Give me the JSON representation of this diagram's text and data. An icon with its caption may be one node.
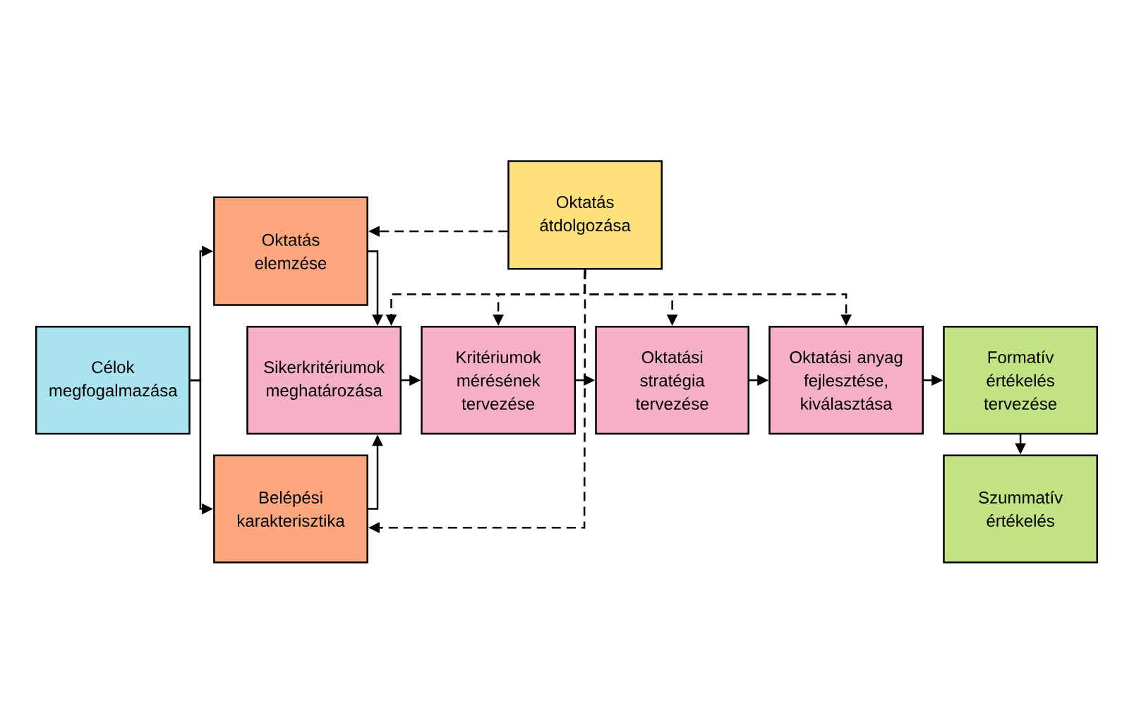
{
  "diagram": {
    "nodes": [
      {
        "text": [
          "Célok megfogalmazása"
        ]
      },
      {
        "text": [
          "Oktatás elemzése"
        ]
      },
      {
        "text": [
          "Belépési karakterisztika"
        ]
      },
      {
        "text": [
          "Oktatás átdolgozása"
        ]
      },
      {
        "text": [
          "Sikerkritériumok meghatározása"
        ]
      },
      {
        "text": [
          "Kritériumok mérésének tervezése"
        ]
      },
      {
        "text": [
          "Oktatási stratégia tervezése"
        ]
      },
      {
        "text": [
          "Oktatási anyag fejlesztése, kiválasztása"
        ]
      },
      {
        "text": [
          "Formatív értékelés tervezése"
        ]
      },
      {
        "text": [
          "Szummatív értékelés"
        ]
      }
    ],
    "edges": [
      {
        "from": 0,
        "to": 1,
        "arrow": "to"
      },
      {
        "from": 0,
        "to": 2,
        "arrow": "to"
      },
      {
        "from": 1,
        "to": 4,
        "arrow": "to"
      },
      {
        "from": 2,
        "to": 4,
        "arrow": "to"
      },
      {
        "from": 4,
        "to": 5,
        "arrow": "to"
      },
      {
        "from": 5,
        "to": 6,
        "arrow": "to"
      },
      {
        "from": 6,
        "to": 7,
        "arrow": "to"
      },
      {
        "from": 7,
        "to": 8,
        "arrow": "to"
      },
      {
        "from": 8,
        "to": 9,
        "arrow": "to"
      },
      {
        "from": 3,
        "to": 1,
        "arrow": "to",
        "style": "dashed"
      },
      {
        "from": 3,
        "to": 2,
        "arrow": "to",
        "style": "dashed"
      },
      {
        "from": 3,
        "to": 4,
        "arrow": "to",
        "style": "dashed"
      },
      {
        "from": 3,
        "to": 5,
        "arrow": "to",
        "style": "dashed"
      },
      {
        "from": 3,
        "to": 6,
        "arrow": "to",
        "style": "dashed"
      },
      {
        "from": 3,
        "to": 7,
        "arrow": "to",
        "style": "dashed"
      }
    ]
  }
}
